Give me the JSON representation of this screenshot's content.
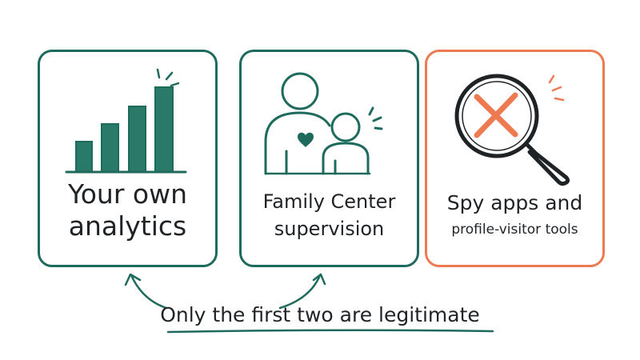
{
  "colors": {
    "teal": "#1e6b5e",
    "teal_fill": "#2a7a6a",
    "coral": "#ee7a52",
    "ink": "#1f2326",
    "background": "#ffffff"
  },
  "cards": [
    {
      "icon": "bar-chart-icon",
      "line1": "Your own",
      "line2": "analytics"
    },
    {
      "icon": "parent-child-icon",
      "line1": "Family Center",
      "line2": "supervision"
    },
    {
      "icon": "crossed-magnifier-icon",
      "line1": "Spy apps and",
      "line2": "profile-visitor tools"
    }
  ],
  "caption": "Only the first two are legitimate"
}
